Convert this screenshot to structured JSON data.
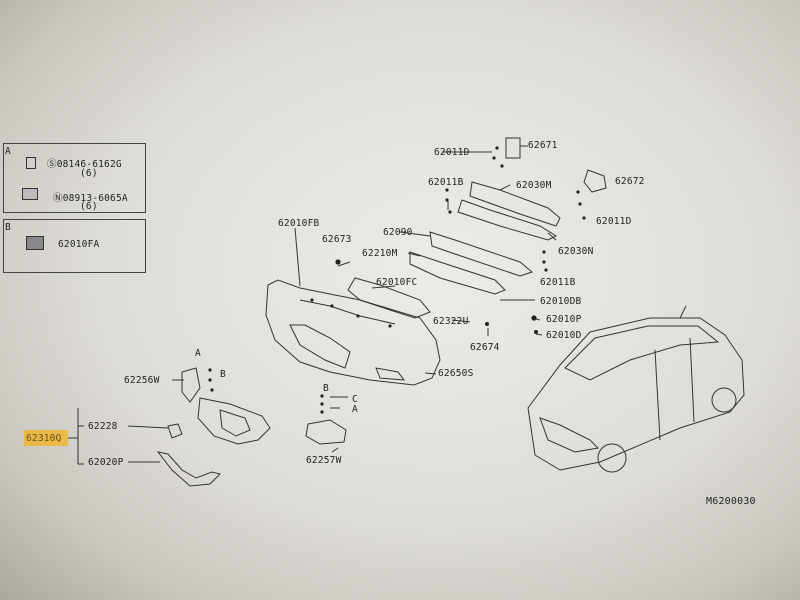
{
  "legend": {
    "box_a": {
      "letter": "A",
      "bolt_part": "Ⓢ08146-6162G",
      "bolt_qty": "(6)",
      "nut_part": "Ⓝ08913-6065A",
      "nut_qty": "(6)"
    },
    "box_b": {
      "letter": "B",
      "clip_part": "62010FA"
    }
  },
  "callouts": {
    "p62671": "62671",
    "p62011D_top": "62011D",
    "p62672": "62672",
    "p62011B_top": "62011B",
    "p62030M": "62030M",
    "p62011D_right": "62011D",
    "p62010FB": "62010FB",
    "p62090": "62090",
    "p62030N": "62030N",
    "p62673": "62673",
    "p62210M": "62210M",
    "p62011B_bot": "62011B",
    "p62010FC": "62010FC",
    "p62010DB": "62010DB",
    "p62322U": "62322U",
    "p62010P": "62010P",
    "p62674": "62674",
    "p62010D": "62010D",
    "p62650S": "62650S",
    "p62256W": "62256W",
    "ref_a1": "A",
    "ref_b1": "B",
    "p62228": "62228",
    "p62310Q": "62310Q",
    "p62020P": "62020P",
    "ref_b2": "B",
    "ref_c": "C",
    "ref_a2": "A",
    "p62257W": "62257W"
  },
  "diagram_id": "M6200030"
}
